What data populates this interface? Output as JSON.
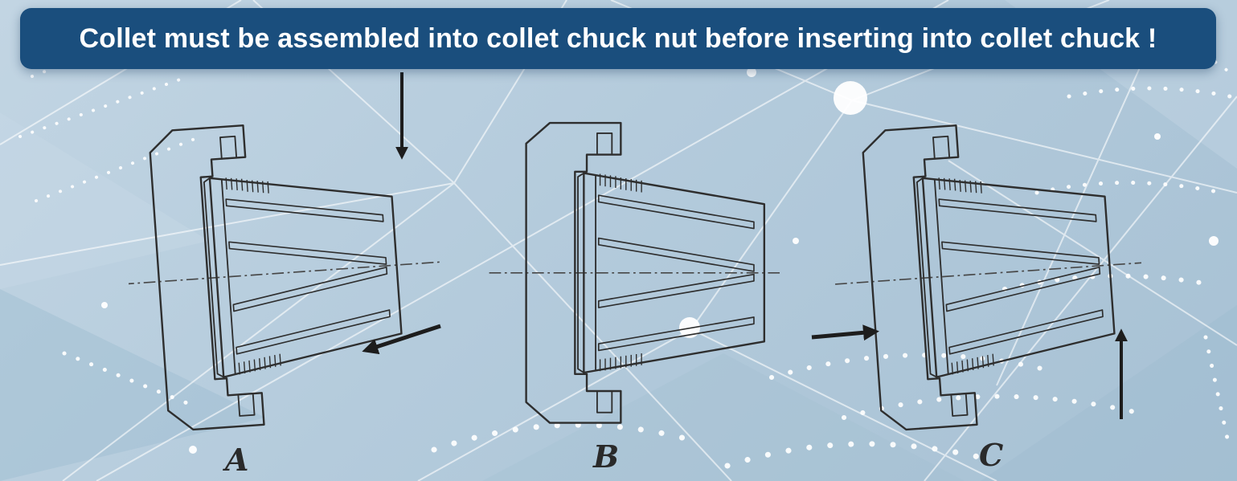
{
  "banner": {
    "text": "Collet must be assembled into collet chuck nut before inserting into collet chuck !"
  },
  "figures": [
    {
      "label": "A",
      "arrows": [
        "arrow-down-into-nut",
        "arrow-toward-lower-left"
      ]
    },
    {
      "label": "B",
      "arrows": []
    },
    {
      "label": "C",
      "arrows": [
        "arrow-right-into-nut",
        "arrow-up-into-nut"
      ]
    }
  ],
  "drawing_description": "Cross-section line drawings of a collet assembled into a collet chuck nut, shown in three steps A, B and C with a dash-dot centerline",
  "colors": {
    "banner_bg": "#1a4e7d",
    "banner_text": "#ffffff",
    "background_base": "#b4cbdc",
    "pattern": "#ffffff",
    "line_art": "#2e2e2e",
    "arrow": "#1d1d1d"
  }
}
